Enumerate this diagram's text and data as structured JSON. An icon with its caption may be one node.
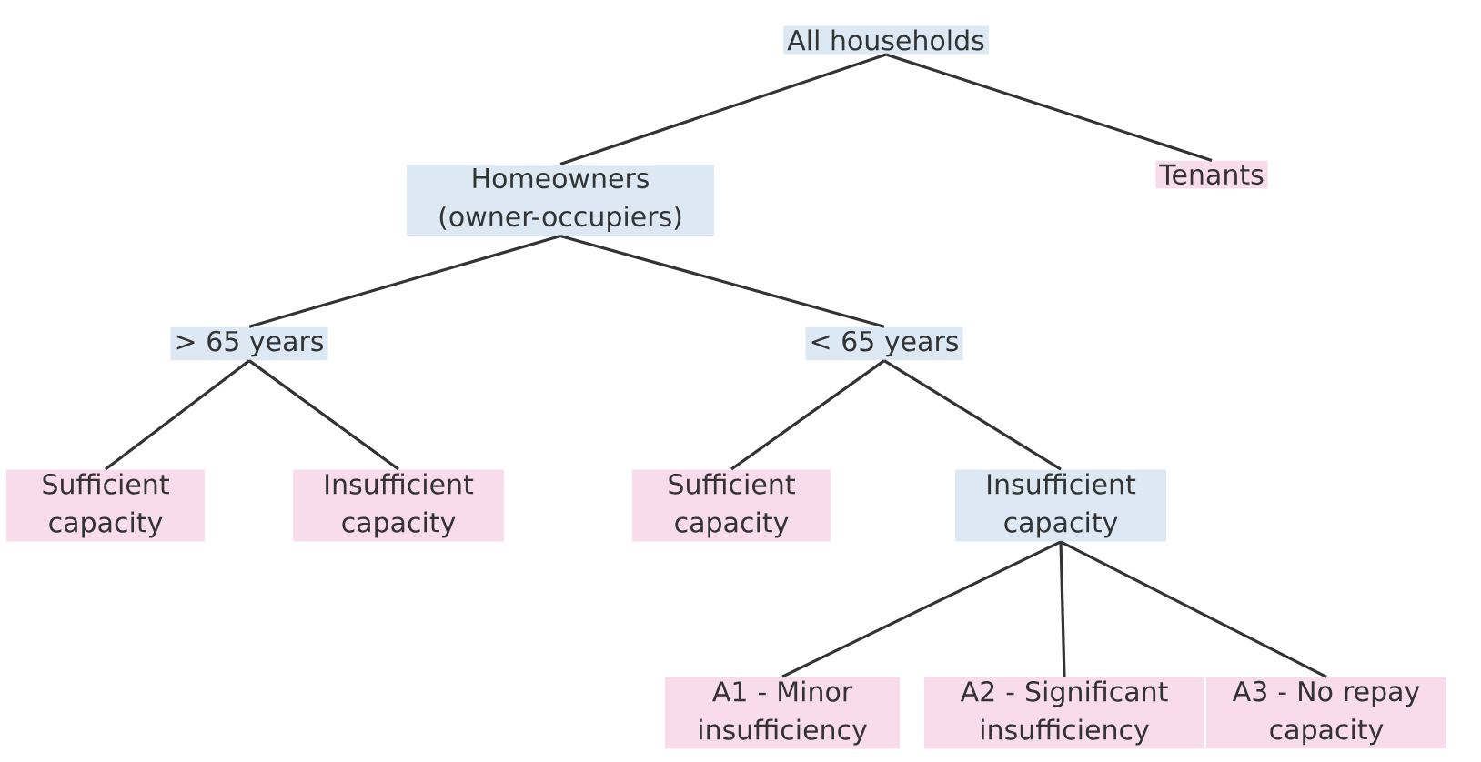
{
  "diagram": {
    "nodes": [
      {
        "text": [
          "All households"
        ]
      },
      {
        "text": [
          "Homeowners (owner-occupiers)"
        ]
      },
      {
        "text": [
          "Tenants"
        ]
      },
      {
        "text": [
          "> 65 years"
        ]
      },
      {
        "text": [
          "< 65 years"
        ]
      },
      {
        "text": [
          "Sufficient capacity"
        ]
      },
      {
        "text": [
          "Insufficient capacity"
        ]
      },
      {
        "text": [
          "Sufficient capacity"
        ]
      },
      {
        "text": [
          "Insufficient capacity"
        ]
      },
      {
        "text": [
          "A1 - Minor insufficiency"
        ]
      },
      {
        "text": [
          "A2 - Significant insufficiency"
        ]
      },
      {
        "text": [
          "A3 - No repay capacity"
        ]
      }
    ],
    "edges": [
      {
        "from": 0,
        "to": 1,
        "arrow": "none"
      },
      {
        "from": 0,
        "to": 2,
        "arrow": "none"
      },
      {
        "from": 1,
        "to": 3,
        "arrow": "none"
      },
      {
        "from": 1,
        "to": 4,
        "arrow": "none"
      },
      {
        "from": 3,
        "to": 5,
        "arrow": "none"
      },
      {
        "from": 3,
        "to": 6,
        "arrow": "none"
      },
      {
        "from": 4,
        "to": 7,
        "arrow": "none"
      },
      {
        "from": 4,
        "to": 8,
        "arrow": "none"
      },
      {
        "from": 8,
        "to": 9,
        "arrow": "none"
      },
      {
        "from": 8,
        "to": 10,
        "arrow": "none"
      },
      {
        "from": 8,
        "to": 11,
        "arrow": "none"
      }
    ]
  }
}
